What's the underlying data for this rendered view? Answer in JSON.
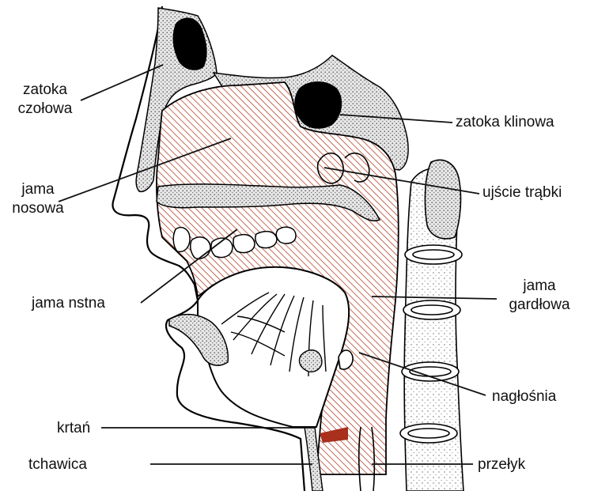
{
  "labels": {
    "zatoka_czolowa": {
      "lines": [
        "zatoka",
        "czołowa"
      ]
    },
    "zatoka_klinowa": {
      "lines": [
        "zatoka klinowa"
      ]
    },
    "jama_nosowa": {
      "lines": [
        "jama",
        "nosowa"
      ]
    },
    "ujscie_trabki": {
      "lines": [
        "ujście trąbki"
      ]
    },
    "jama_ustna": {
      "lines": [
        "jama nstna"
      ]
    },
    "jama_gardlowa": {
      "lines": [
        "jama",
        "gardłowa"
      ]
    },
    "naglosnia": {
      "lines": [
        "nagłośnia"
      ]
    },
    "krtan": {
      "lines": [
        "krtań"
      ]
    },
    "tchawica": {
      "lines": [
        "tchawica"
      ]
    },
    "przelyk": {
      "lines": [
        "przełyk"
      ]
    }
  },
  "colors": {
    "airway_hatch": "#b5462f",
    "outline": "#000000",
    "bone_stipple": "#6d6d6d",
    "sinus_fill": "#000000",
    "background": "#ffffff"
  }
}
